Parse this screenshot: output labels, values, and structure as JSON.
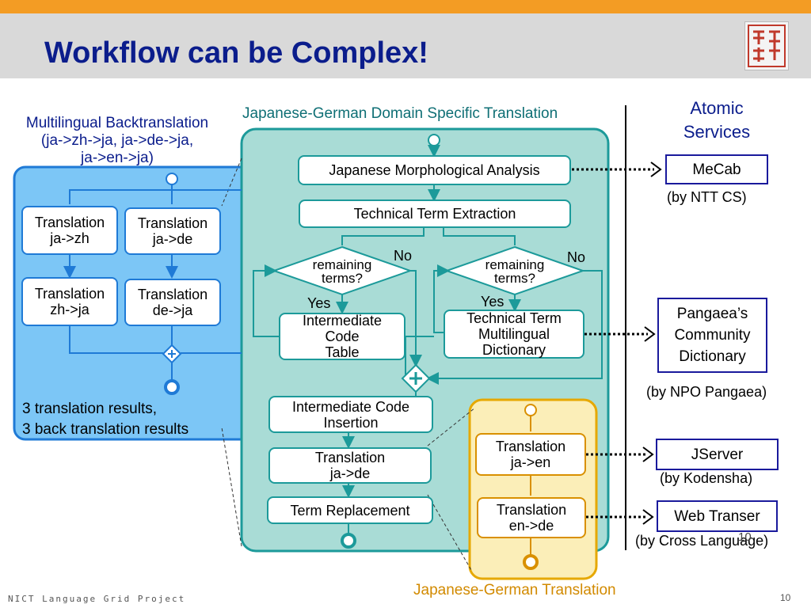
{
  "slide": {
    "title": "Workflow can be Complex!",
    "footer": "NICT Language Grid Project",
    "page_number": "10",
    "overlap_number": "10"
  },
  "backtranslation": {
    "title_lines": [
      "Multilingual Backtranslation",
      "(ja->zh->ja, ja->de->ja,",
      "ja->en->ja)"
    ],
    "boxes": [
      [
        "Translation",
        "ja->zh"
      ],
      [
        "Translation",
        "ja->de"
      ],
      [
        "Translation",
        "zh->ja"
      ],
      [
        "Translation",
        "de->ja"
      ]
    ],
    "result_lines": [
      "3 translation results,",
      "3 back translation results"
    ]
  },
  "domain": {
    "title": "Japanese-German Domain Specific Translation",
    "morph": "Japanese Morphological Analysis",
    "term_extract": "Technical Term Extraction",
    "decision_left": [
      "remaining",
      "terms?"
    ],
    "decision_right": [
      "remaining",
      "terms?"
    ],
    "no": "No",
    "yes": "Yes",
    "code_table": [
      "Intermediate",
      "Code",
      "Table"
    ],
    "dictionary": [
      "Technical Term",
      "Multilingual",
      "Dictionary"
    ],
    "code_insertion": [
      "Intermediate Code",
      "Insertion"
    ],
    "translation": [
      "Translation",
      "ja->de"
    ],
    "replacement": "Term Replacement"
  },
  "jg_translation": {
    "title": "Japanese-German Translation",
    "boxes": [
      [
        "Translation",
        "ja->en"
      ],
      [
        "Translation",
        "en->de"
      ]
    ]
  },
  "atomic": {
    "title_lines": [
      "Atomic",
      "Services"
    ],
    "services": [
      {
        "name": [
          "MeCab"
        ],
        "provider": "(by NTT CS)"
      },
      {
        "name": [
          "Pangaea’s",
          "Community",
          "Dictionary"
        ],
        "provider": "(by NPO Pangaea)"
      },
      {
        "name": [
          "JServer"
        ],
        "provider": "(by Kodensha)"
      },
      {
        "name": [
          "Web Transer"
        ],
        "provider": "(by Cross Language)"
      }
    ]
  },
  "colors": {
    "title": "#0b1d8c",
    "accent_bar": "#f39c24",
    "teal": "#1c9a9a",
    "light_blue": "#7cc6f6",
    "light_teal": "#a9dcd6",
    "light_yellow": "#fbeeb8"
  }
}
